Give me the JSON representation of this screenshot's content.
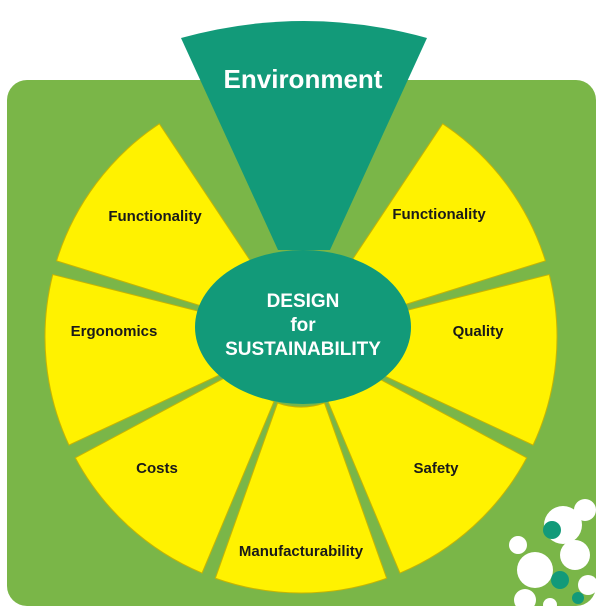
{
  "colors": {
    "background_panel": "#7ab648",
    "segment_fill": "#fff200",
    "segment_stroke": "#c8b400",
    "hub_fill": "#129a79",
    "environment_fill": "#129a79",
    "dots_white": "#ffffff",
    "dots_teal": "#129a79"
  },
  "hub": {
    "line1": "DESIGN",
    "line2": "for",
    "line3": "SUSTAINABILITY"
  },
  "environment": {
    "label": "Environment"
  },
  "segments": [
    {
      "label": "Functionality"
    },
    {
      "label": "Quality"
    },
    {
      "label": "Safety"
    },
    {
      "label": "Manufacturability"
    },
    {
      "label": "Costs"
    },
    {
      "label": "Ergonomics"
    },
    {
      "label": "Functionality"
    }
  ]
}
